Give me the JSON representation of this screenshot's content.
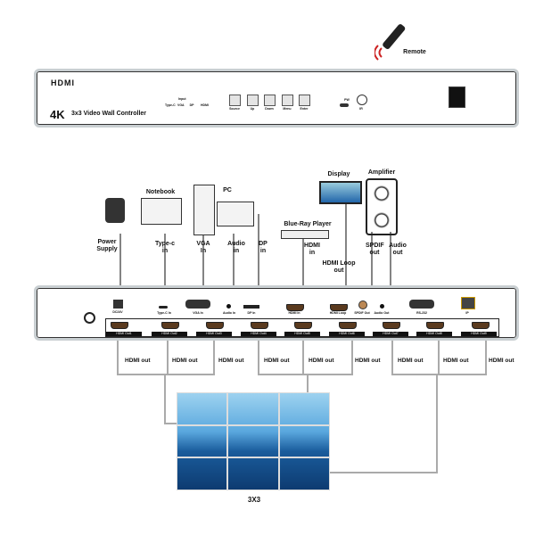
{
  "remote": {
    "label": "Remote"
  },
  "front": {
    "logo": "HDMI",
    "model_big": "4K",
    "model": "3x3 Video Wall Controller",
    "input_title": "Input",
    "inputs": [
      "Type-C",
      "VGA",
      "DP",
      "HDMI"
    ],
    "buttons": [
      "Source",
      "Up",
      "Down",
      "Menu",
      "Enter"
    ],
    "pw": "PW",
    "ir": "IR"
  },
  "devices": {
    "power": "Power\nSupply",
    "notebook": "Notebook",
    "typec": "Type-c\nin",
    "pc": "PC",
    "vga": "VGA\nIn",
    "audio_in": "Audio\nin",
    "dp": "DP\nin",
    "bluray": "Blue-Ray Player",
    "hdmi_in": "HDMI\nin",
    "display": "Display",
    "loop": "HDMI Loop\nout",
    "amplifier": "Amplifier",
    "spdif": "SPDIF\nout",
    "audio_out": "Audio\nout"
  },
  "rear": {
    "ports": [
      "DC24V",
      "Type-C In",
      "VGA In",
      "Audio In",
      "DP In",
      "HDMI In",
      "HDMI Loop",
      "SPDIF Out",
      "Audio Out",
      "RS-232",
      "IP"
    ],
    "outputs": [
      "HDMI Out1",
      "HDMI Out2",
      "HDMI Out3",
      "HDMI Out4",
      "HDMI Out5",
      "HDMI Out6",
      "HDMI Out7",
      "HDMI Out8",
      "HDMI Out9"
    ]
  },
  "out_label": "HDMI out",
  "wall": {
    "label": "3X3"
  }
}
